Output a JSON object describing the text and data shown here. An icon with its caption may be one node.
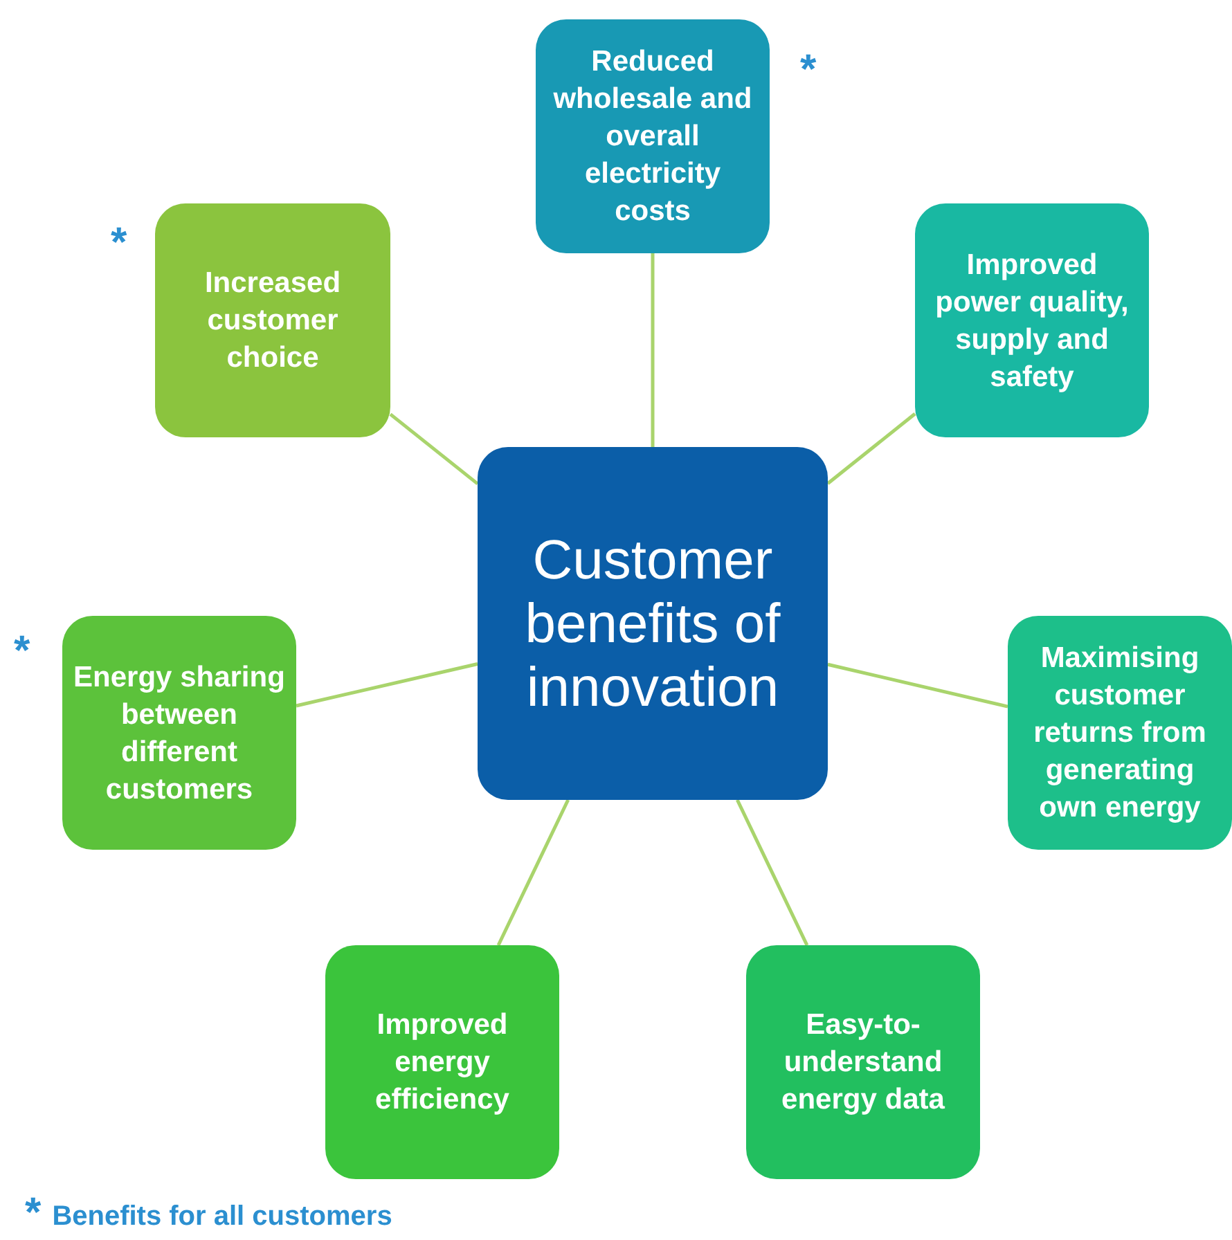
{
  "diagram": {
    "nodes": [
      {
        "text": [
          "Customer benefits of innovation"
        ]
      },
      {
        "text": [
          "Reduced wholesale and overall electricity costs"
        ],
        "beside": [
          "*"
        ]
      },
      {
        "text": [
          "Improved power quality, supply and safety"
        ]
      },
      {
        "text": [
          "Maximising customer returns from generating own energy"
        ]
      },
      {
        "text": [
          "Easy-to-understand energy data"
        ]
      },
      {
        "text": [
          "Improved energy efficiency"
        ]
      },
      {
        "text": [
          "Energy sharing between different customers"
        ],
        "beside": [
          "*"
        ]
      },
      {
        "text": [
          "Increased customer choice"
        ],
        "beside": [
          "*"
        ]
      }
    ],
    "edges": [
      {
        "from": 0,
        "to": 1,
        "arrow": "none"
      },
      {
        "from": 0,
        "to": 2,
        "arrow": "none"
      },
      {
        "from": 0,
        "to": 3,
        "arrow": "none"
      },
      {
        "from": 0,
        "to": 4,
        "arrow": "none"
      },
      {
        "from": 0,
        "to": 5,
        "arrow": "none"
      },
      {
        "from": 0,
        "to": 6,
        "arrow": "none"
      },
      {
        "from": 0,
        "to": 7,
        "arrow": "none"
      }
    ],
    "labels": [
      "*",
      "Benefits for all customers"
    ]
  }
}
